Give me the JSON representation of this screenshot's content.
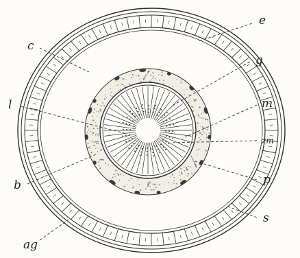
{
  "figure": {
    "labels": {
      "e": "e",
      "c": "c",
      "g": "g",
      "l": "l",
      "m": "m",
      "zm": "zm",
      "b": "b",
      "p": "p",
      "s": "s",
      "ag": "ag"
    },
    "colors": {
      "ink": "#2b2b2b",
      "paper": "#fdfcf8",
      "stipple": "#777777",
      "blob": "#3a3a3a"
    }
  }
}
